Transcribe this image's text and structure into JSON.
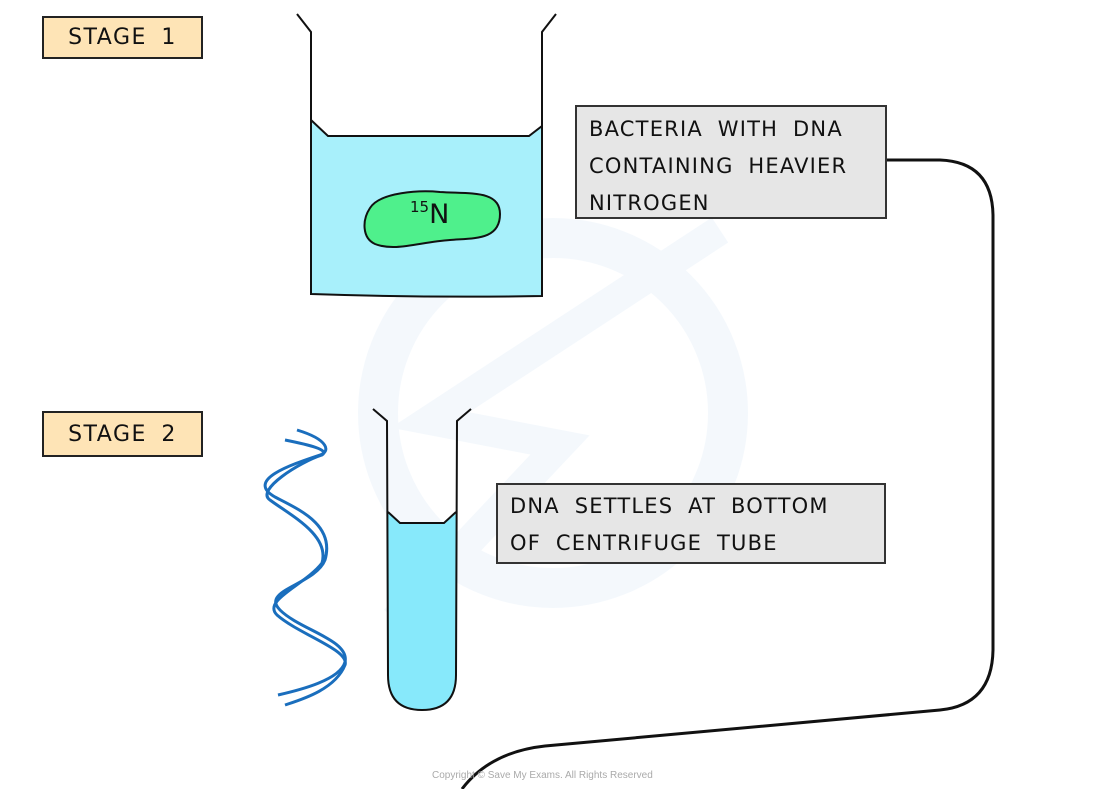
{
  "diagram": {
    "stages": [
      {
        "label": "STAGE 1"
      },
      {
        "label": "STAGE 2"
      }
    ],
    "bacterium": {
      "isotope_mass": "15",
      "isotope_symbol": "N"
    },
    "callouts": {
      "stage1": "BACTERIA WITH DNA CONTAINING HEAVIER NITROGEN",
      "stage2": "DNA SETTLES AT BOTTOM OF CENTRIFUGE TUBE"
    },
    "colors": {
      "stage_label_bg": "#fee4b6",
      "callout_bg": "#e6e6e6",
      "beaker_liquid": "#a8f0fb",
      "tube_liquid": "#87e9fb",
      "bacterium": "#4ff08c",
      "dna": "#1a6ebd"
    },
    "copyright": "Copyright © Save My Exams. All Rights Reserved"
  }
}
